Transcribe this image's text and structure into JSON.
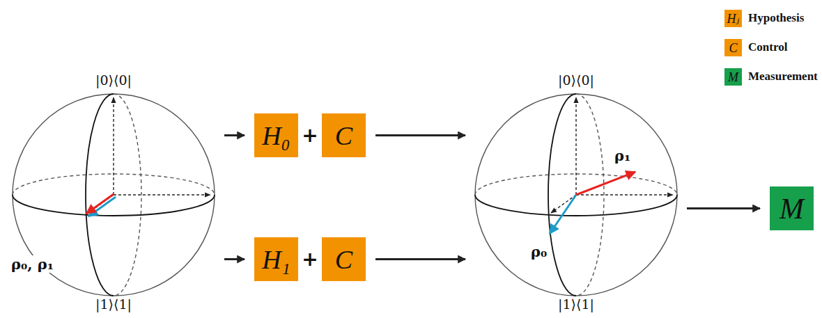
{
  "diagram": {
    "nodes": [
      {
        "text": [
          "|0⟩⟨0|",
          "|1⟩⟨1|",
          "ρ₀, ρ₁"
        ]
      },
      {
        "text": [
          "H₀"
        ]
      },
      {
        "text": [
          "C"
        ]
      },
      {
        "text": [
          "H₁"
        ]
      },
      {
        "text": [
          "C"
        ]
      },
      {
        "text": [
          "|0⟩⟨0|",
          "|1⟩⟨1|",
          "ρ₁",
          "ρ₀"
        ]
      },
      {
        "text": [
          "M"
        ]
      }
    ],
    "edges": [
      {
        "from": 0,
        "to": 1,
        "arrow": "to"
      },
      {
        "from": 0,
        "to": 3,
        "arrow": "to"
      },
      {
        "from": 2,
        "to": 5,
        "arrow": "to"
      },
      {
        "from": 4,
        "to": 5,
        "arrow": "to"
      },
      {
        "from": 5,
        "to": 6,
        "arrow": "to"
      }
    ],
    "labels": [
      "+",
      "+",
      "Hⱼ",
      "C",
      "M"
    ],
    "legend": [
      {
        "text": "Hypothesis",
        "color": "#f39200"
      },
      {
        "text": "Control",
        "color": "#f39200"
      },
      {
        "text": "Measurement",
        "color": "#17a04c"
      }
    ]
  }
}
